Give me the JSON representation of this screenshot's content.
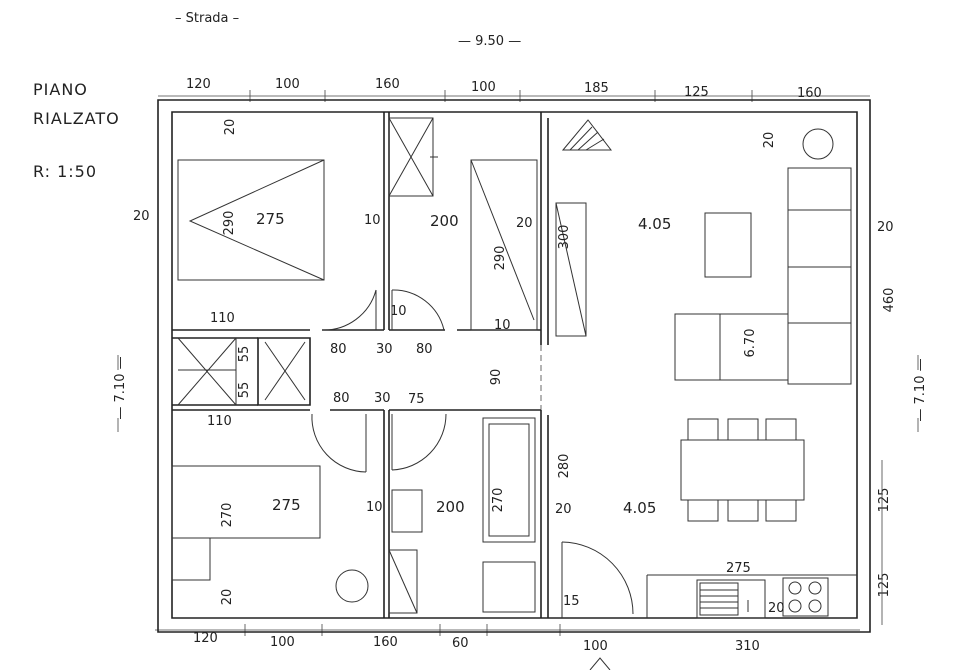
{
  "header": {
    "street": "– Strada –",
    "overall_width": "— 9.50 —",
    "title_line1": "PIANO",
    "title_line2": "RIALZATO",
    "scale": "R: 1:50"
  },
  "dims_top": [
    "120",
    "100",
    "160",
    "100",
    "185",
    "125",
    "160"
  ],
  "dims_bottom": [
    "120",
    "100",
    "160",
    "60",
    "100",
    "310"
  ],
  "side": {
    "left_height": "— 7.10 —",
    "right_height": "— 7.10 —",
    "left_wall": "20",
    "right_wall": "20",
    "right_460": "460",
    "right_125a": "125",
    "right_125b": "125"
  },
  "rooms": {
    "bed1": {
      "w": "275",
      "h": "290",
      "wall": "20"
    },
    "bed2": {
      "w": "200",
      "h": "290",
      "wall": "20",
      "bottom": "10",
      "side": "10"
    },
    "bed1_side": "10",
    "wardrobe_vert": "300",
    "corridor": {
      "top_left": "80",
      "top_mid": "30",
      "top_right": "80",
      "bot_left": "80",
      "bot_mid": "30",
      "bot_right": "75",
      "depth": "90",
      "left_110a": "110",
      "left_110b": "110",
      "c55a": "55",
      "c55b": "55"
    },
    "living_top": {
      "w": "4.05",
      "wall": "20",
      "sofa": "6.70"
    },
    "living_bot": {
      "w": "4.05",
      "h": "280",
      "wall": "20",
      "door": "15"
    },
    "bed3": {
      "w": "275",
      "h": "270",
      "wall": "20"
    },
    "bath": {
      "w": "200",
      "h": "270",
      "side": "10"
    },
    "kitchen": {
      "w": "275",
      "wall": "20"
    }
  }
}
